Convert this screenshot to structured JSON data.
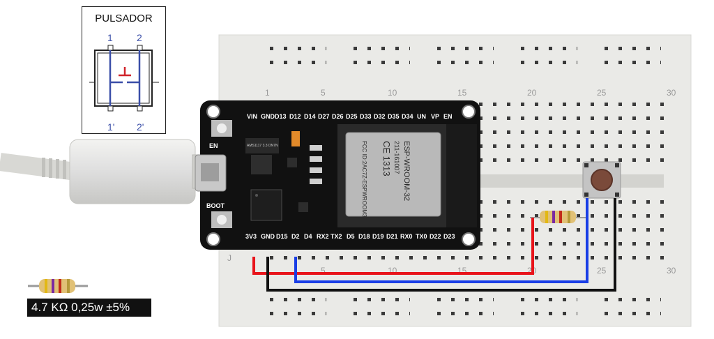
{
  "legend": {
    "resistor_text": "4.7 KΩ 0,25w ±5%"
  },
  "pulsador": {
    "title": "PULSADOR",
    "pin_top_left": "1",
    "pin_top_right": "2",
    "pin_bottom_left": "1'",
    "pin_bottom_right": "2'"
  },
  "breadboard": {
    "column_numbers_top": [
      "1",
      "5",
      "10",
      "15",
      "20",
      "25",
      "30"
    ],
    "column_numbers_bottom": [
      "5",
      "10",
      "15",
      "20",
      "25",
      "30"
    ],
    "row_letter": "J"
  },
  "board": {
    "top_pins": [
      "VIN",
      "GND",
      "D13",
      "D12",
      "D14",
      "D27",
      "D26",
      "D25",
      "D33",
      "D32",
      "D35",
      "D34",
      "UN",
      "VP",
      "EN"
    ],
    "bottom_pins": [
      "3V3",
      "GND",
      "D15",
      "D2",
      "D4",
      "RX2",
      "TX2",
      "D5",
      "D18",
      "D19",
      "D21",
      "RX0",
      "TX0",
      "D22",
      "D23"
    ],
    "en_label": "EN",
    "boot_label": "BOOT",
    "module_line1": "ESP-WROOM-32",
    "module_line2": "211-161007",
    "module_line3": "FCC ID:2AC7Z-ESPWROOM32",
    "module_ce": "CE 1313",
    "regulator_text": "AMS1117 3.3 DN7N"
  },
  "colors": {
    "wire_red": "#e8141b",
    "wire_blue": "#1a3ee6",
    "wire_black": "#111111",
    "board": "#111111",
    "breadboard": "#e9e9e6"
  }
}
